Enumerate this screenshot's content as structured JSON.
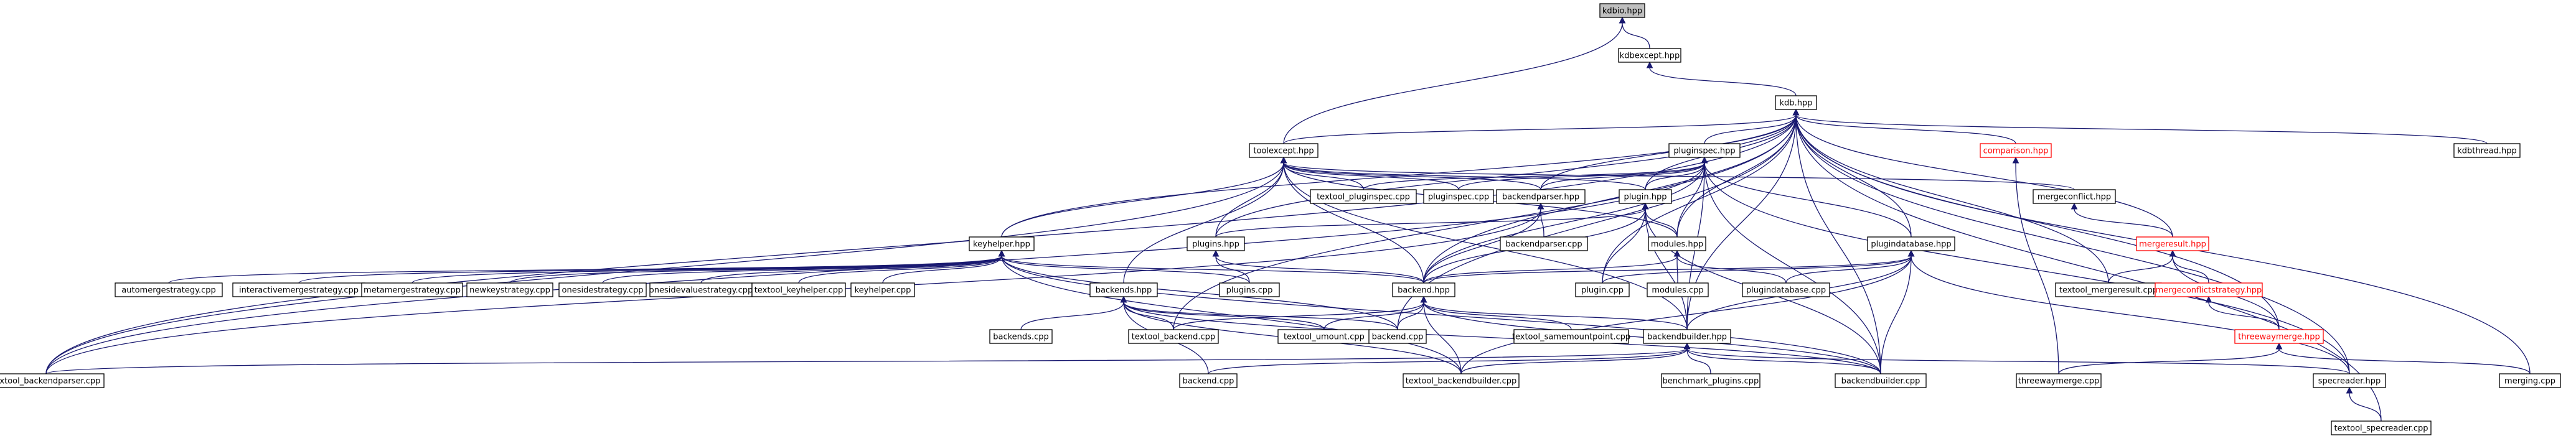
{
  "graph": {
    "colors": {
      "edge": "#191970",
      "box_border": "#000000",
      "missing_doc_border": "#ff0000",
      "root_fill": "#bfbfbf"
    },
    "nodes": [
      {
        "id": "kdbio_hpp",
        "label": "kdbio.hpp",
        "style": "gray"
      },
      {
        "id": "kdbexcept_hpp",
        "label": "kdbexcept.hpp",
        "style": "normal"
      },
      {
        "id": "kdb_hpp",
        "label": "kdb.hpp",
        "style": "normal"
      },
      {
        "id": "toolexcept_hpp",
        "label": "toolexcept.hpp",
        "style": "normal"
      },
      {
        "id": "pluginspec_hpp",
        "label": "pluginspec.hpp",
        "style": "normal"
      },
      {
        "id": "comparison_hpp",
        "label": "comparison.hpp",
        "style": "red"
      },
      {
        "id": "kdbthread_hpp",
        "label": "kdbthread.hpp",
        "style": "normal"
      },
      {
        "id": "textool_pluginspec_cpp",
        "label": "textool_pluginspec.cpp",
        "style": "normal"
      },
      {
        "id": "pluginspec_cpp",
        "label": "pluginspec.cpp",
        "style": "normal"
      },
      {
        "id": "backendparser_hpp",
        "label": "backendparser.hpp",
        "style": "normal"
      },
      {
        "id": "plugin_hpp",
        "label": "plugin.hpp",
        "style": "normal"
      },
      {
        "id": "mergeconflict_hpp",
        "label": "mergeconflict.hpp",
        "style": "normal"
      },
      {
        "id": "plugins_hpp",
        "label": "plugins.hpp",
        "style": "normal"
      },
      {
        "id": "backendparser_cpp",
        "label": "backendparser.cpp",
        "style": "normal"
      },
      {
        "id": "keyhelper_hpp",
        "label": "keyhelper.hpp",
        "style": "normal"
      },
      {
        "id": "modules_hpp",
        "label": "modules.hpp",
        "style": "normal"
      },
      {
        "id": "plugindatabase_hpp",
        "label": "plugindatabase.hpp",
        "style": "normal"
      },
      {
        "id": "mergeresult_hpp",
        "label": "mergeresult.hpp",
        "style": "red"
      },
      {
        "id": "automergestrategy_cpp",
        "label": "automergestrategy.cpp",
        "style": "normal"
      },
      {
        "id": "interactivemergestrategy_cpp",
        "label": "interactivemergestrategy.cpp",
        "style": "normal"
      },
      {
        "id": "metamergestrategy_cpp",
        "label": "metamergestrategy.cpp",
        "style": "normal"
      },
      {
        "id": "newkeystrategy_cpp",
        "label": "newkeystrategy.cpp",
        "style": "normal"
      },
      {
        "id": "onesidestrategy_cpp",
        "label": "onesidestrategy.cpp",
        "style": "normal"
      },
      {
        "id": "onesidevaluestrategy_cpp",
        "label": "onesidevaluestrategy.cpp",
        "style": "normal"
      },
      {
        "id": "textool_keyhelper_cpp",
        "label": "textool_keyhelper.cpp",
        "style": "normal"
      },
      {
        "id": "keyhelper_cpp",
        "label": "keyhelper.cpp",
        "style": "normal"
      },
      {
        "id": "plugins_cpp",
        "label": "plugins.cpp",
        "style": "normal"
      },
      {
        "id": "plugin_cpp",
        "label": "plugin.cpp",
        "style": "normal"
      },
      {
        "id": "modules_cpp",
        "label": "modules.cpp",
        "style": "normal"
      },
      {
        "id": "plugindatabase_cpp",
        "label": "plugindatabase.cpp",
        "style": "normal"
      },
      {
        "id": "textool_mergeresult_cpp",
        "label": "textool_mergeresult.cpp",
        "style": "normal"
      },
      {
        "id": "mergeconflictstrategy_hpp",
        "label": "mergeconflictstrategy.hpp",
        "style": "red"
      },
      {
        "id": "backends_hpp",
        "label": "backends.hpp",
        "style": "normal"
      },
      {
        "id": "backend_hpp",
        "label": "backend.hpp",
        "style": "normal"
      },
      {
        "id": "backends_cpp",
        "label": "backends.cpp",
        "style": "normal"
      },
      {
        "id": "textool_backend_cpp",
        "label": "textool_backend.cpp",
        "style": "normal"
      },
      {
        "id": "textool_umount_cpp",
        "label": "textool_umount.cpp",
        "style": "normal"
      },
      {
        "id": "backend_cpp_mid",
        "label": "backend.cpp",
        "style": "normal"
      },
      {
        "id": "textool_samemountpoint_cpp",
        "label": "textool_samemountpoint.cpp",
        "style": "normal"
      },
      {
        "id": "backendbuilder_hpp",
        "label": "backendbuilder.hpp",
        "style": "normal"
      },
      {
        "id": "threewaymerge_hpp",
        "label": "threewaymerge.hpp",
        "style": "red"
      },
      {
        "id": "textool_backendparser_cpp",
        "label": "textool_backendparser.cpp",
        "style": "normal"
      },
      {
        "id": "backend_cpp",
        "label": "backend.cpp",
        "style": "normal"
      },
      {
        "id": "textool_backendbuilder_cpp",
        "label": "textool_backendbuilder.cpp",
        "style": "normal"
      },
      {
        "id": "benchmark_plugins_cpp",
        "label": "benchmark_plugins.cpp",
        "style": "normal"
      },
      {
        "id": "backendbuilder_cpp",
        "label": "backendbuilder.cpp",
        "style": "normal"
      },
      {
        "id": "threewaymerge_cpp",
        "label": "threewaymerge.cpp",
        "style": "normal"
      },
      {
        "id": "specreader_hpp",
        "label": "specreader.hpp",
        "style": "normal"
      },
      {
        "id": "merging_cpp",
        "label": "merging.cpp",
        "style": "normal"
      },
      {
        "id": "textool_specreader_cpp",
        "label": "textool_specreader.cpp",
        "style": "normal"
      }
    ],
    "edges": [
      [
        "kdbio_hpp",
        "kdbexcept_hpp"
      ],
      [
        "kdbio_hpp",
        "toolexcept_hpp"
      ],
      [
        "kdbexcept_hpp",
        "kdb_hpp"
      ],
      [
        "kdb_hpp",
        "toolexcept_hpp"
      ],
      [
        "kdb_hpp",
        "pluginspec_hpp"
      ],
      [
        "kdb_hpp",
        "comparison_hpp"
      ],
      [
        "kdb_hpp",
        "kdbthread_hpp"
      ],
      [
        "kdb_hpp",
        "backendparser_hpp"
      ],
      [
        "kdb_hpp",
        "plugin_hpp"
      ],
      [
        "kdb_hpp",
        "keyhelper_hpp"
      ],
      [
        "kdb_hpp",
        "plugins_hpp"
      ],
      [
        "kdb_hpp",
        "modules_hpp"
      ],
      [
        "kdb_hpp",
        "plugindatabase_hpp"
      ],
      [
        "kdb_hpp",
        "mergeresult_hpp"
      ],
      [
        "kdb_hpp",
        "backend_hpp"
      ],
      [
        "kdb_hpp",
        "backendbuilder_hpp"
      ],
      [
        "kdb_hpp",
        "threewaymerge_hpp"
      ],
      [
        "kdb_hpp",
        "specreader_hpp"
      ],
      [
        "kdb_hpp",
        "merging_cpp"
      ],
      [
        "kdb_hpp",
        "textool_specreader_cpp"
      ],
      [
        "kdb_hpp",
        "textool_mergeresult_cpp"
      ],
      [
        "kdb_hpp",
        "backendbuilder_cpp"
      ],
      [
        "kdb_hpp",
        "textool_backendparser_cpp"
      ],
      [
        "kdb_hpp",
        "textool_backend_cpp"
      ],
      [
        "kdb_hpp",
        "plugin_cpp"
      ],
      [
        "kdb_hpp",
        "backend_cpp_mid"
      ],
      [
        "toolexcept_hpp",
        "textool_pluginspec_cpp"
      ],
      [
        "toolexcept_hpp",
        "pluginspec_cpp"
      ],
      [
        "toolexcept_hpp",
        "backendparser_hpp"
      ],
      [
        "toolexcept_hpp",
        "plugin_hpp"
      ],
      [
        "toolexcept_hpp",
        "plugins_hpp"
      ],
      [
        "toolexcept_hpp",
        "keyhelper_hpp"
      ],
      [
        "toolexcept_hpp",
        "backends_hpp"
      ],
      [
        "toolexcept_hpp",
        "modules_hpp"
      ],
      [
        "toolexcept_hpp",
        "backend_hpp"
      ],
      [
        "toolexcept_hpp",
        "mergeconflict_hpp"
      ],
      [
        "toolexcept_hpp",
        "textool_backendparser_cpp"
      ],
      [
        "toolexcept_hpp",
        "backendbuilder_hpp"
      ],
      [
        "pluginspec_hpp",
        "textool_pluginspec_cpp"
      ],
      [
        "pluginspec_hpp",
        "pluginspec_cpp"
      ],
      [
        "pluginspec_hpp",
        "backendparser_hpp"
      ],
      [
        "pluginspec_hpp",
        "plugin_hpp"
      ],
      [
        "pluginspec_hpp",
        "plugindatabase_hpp"
      ],
      [
        "pluginspec_hpp",
        "modules_hpp"
      ],
      [
        "pluginspec_hpp",
        "backend_hpp"
      ],
      [
        "pluginspec_hpp",
        "backendbuilder_hpp"
      ],
      [
        "pluginspec_hpp",
        "specreader_hpp"
      ],
      [
        "pluginspec_hpp",
        "backendbuilder_cpp"
      ],
      [
        "pluginspec_hpp",
        "textool_backendparser_cpp"
      ],
      [
        "backendparser_hpp",
        "backendparser_cpp"
      ],
      [
        "backendparser_hpp",
        "backend_hpp"
      ],
      [
        "backendparser_hpp",
        "textool_backendparser_cpp"
      ],
      [
        "plugin_hpp",
        "plugins_hpp"
      ],
      [
        "plugin_hpp",
        "modules_hpp"
      ],
      [
        "plugin_hpp",
        "plugin_cpp"
      ],
      [
        "plugin_hpp",
        "backend_hpp"
      ],
      [
        "plugin_hpp",
        "backendbuilder_hpp"
      ],
      [
        "plugin_hpp",
        "backendbuilder_cpp"
      ],
      [
        "mergeconflict_hpp",
        "mergeresult_hpp"
      ],
      [
        "plugins_hpp",
        "plugins_cpp"
      ],
      [
        "plugins_hpp",
        "backend_hpp"
      ],
      [
        "keyhelper_hpp",
        "automergestrategy_cpp"
      ],
      [
        "keyhelper_hpp",
        "interactivemergestrategy_cpp"
      ],
      [
        "keyhelper_hpp",
        "metamergestrategy_cpp"
      ],
      [
        "keyhelper_hpp",
        "newkeystrategy_cpp"
      ],
      [
        "keyhelper_hpp",
        "onesidestrategy_cpp"
      ],
      [
        "keyhelper_hpp",
        "onesidevaluestrategy_cpp"
      ],
      [
        "keyhelper_hpp",
        "textool_keyhelper_cpp"
      ],
      [
        "keyhelper_hpp",
        "keyhelper_cpp"
      ],
      [
        "keyhelper_hpp",
        "plugins_cpp"
      ],
      [
        "keyhelper_hpp",
        "backend_hpp"
      ],
      [
        "keyhelper_hpp",
        "backend_cpp_mid"
      ],
      [
        "keyhelper_hpp",
        "textool_backendbuilder_cpp"
      ],
      [
        "keyhelper_hpp",
        "backendbuilder_cpp"
      ],
      [
        "modules_hpp",
        "modules_cpp"
      ],
      [
        "modules_hpp",
        "backend_hpp"
      ],
      [
        "modules_hpp",
        "plugindatabase_cpp"
      ],
      [
        "plugindatabase_hpp",
        "plugin_cpp"
      ],
      [
        "plugindatabase_hpp",
        "plugindatabase_cpp"
      ],
      [
        "plugindatabase_hpp",
        "backend_hpp"
      ],
      [
        "plugindatabase_hpp",
        "backendbuilder_hpp"
      ],
      [
        "plugindatabase_hpp",
        "backendbuilder_cpp"
      ],
      [
        "plugindatabase_hpp",
        "specreader_hpp"
      ],
      [
        "plugindatabase_hpp",
        "textool_backendbuilder_cpp"
      ],
      [
        "mergeresult_hpp",
        "textool_mergeresult_cpp"
      ],
      [
        "mergeresult_hpp",
        "mergeconflictstrategy_hpp"
      ],
      [
        "mergeresult_hpp",
        "threewaymerge_hpp"
      ],
      [
        "comparison_hpp",
        "threewaymerge_cpp"
      ],
      [
        "mergeconflictstrategy_hpp",
        "threewaymerge_hpp"
      ],
      [
        "threewaymerge_hpp",
        "threewaymerge_cpp"
      ],
      [
        "threewaymerge_hpp",
        "merging_cpp"
      ],
      [
        "backends_hpp",
        "backends_cpp"
      ],
      [
        "backends_hpp",
        "textool_backend_cpp"
      ],
      [
        "backends_hpp",
        "textool_umount_cpp"
      ],
      [
        "backends_hpp",
        "backend_cpp_mid"
      ],
      [
        "backends_hpp",
        "backend_cpp"
      ],
      [
        "backends_hpp",
        "textool_backendbuilder_cpp"
      ],
      [
        "backends_hpp",
        "backendbuilder_cpp"
      ],
      [
        "backend_hpp",
        "textool_backend_cpp"
      ],
      [
        "backend_hpp",
        "textool_umount_cpp"
      ],
      [
        "backend_hpp",
        "backend_cpp_mid"
      ],
      [
        "backend_hpp",
        "textool_samemountpoint_cpp"
      ],
      [
        "backend_hpp",
        "backendbuilder_hpp"
      ],
      [
        "backend_hpp",
        "textool_backendbuilder_cpp"
      ],
      [
        "backend_hpp",
        "backendbuilder_cpp"
      ],
      [
        "backendbuilder_hpp",
        "backend_cpp"
      ],
      [
        "backendbuilder_hpp",
        "textool_backendbuilder_cpp"
      ],
      [
        "backendbuilder_hpp",
        "benchmark_plugins_cpp"
      ],
      [
        "backendbuilder_hpp",
        "backendbuilder_cpp"
      ],
      [
        "backendbuilder_hpp",
        "specreader_hpp"
      ],
      [
        "backendbuilder_hpp",
        "textool_backendparser_cpp"
      ],
      [
        "specreader_hpp",
        "textool_specreader_cpp"
      ]
    ]
  }
}
